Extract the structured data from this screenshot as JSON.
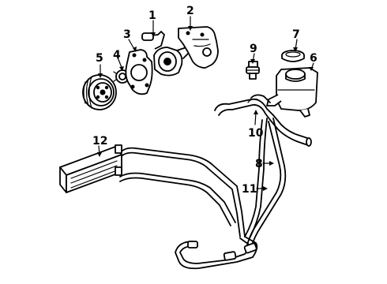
{
  "callouts": [
    {
      "id": "c1",
      "text": "1"
    },
    {
      "id": "c2",
      "text": "2"
    },
    {
      "id": "c3",
      "text": "3"
    },
    {
      "id": "c4",
      "text": "4"
    },
    {
      "id": "c5",
      "text": "5"
    },
    {
      "id": "c6",
      "text": "6"
    },
    {
      "id": "c7",
      "text": "7"
    },
    {
      "id": "c8",
      "text": "8"
    },
    {
      "id": "c9",
      "text": "9"
    },
    {
      "id": "c10",
      "text": "10"
    },
    {
      "id": "c11",
      "text": "11"
    },
    {
      "id": "c12",
      "text": "12"
    }
  ],
  "parts": {
    "pulley": "5",
    "seal_gasket": "4",
    "bracket_plate": "3",
    "pump_fitting": "1",
    "mount_bracket": "2",
    "pressure_switch": "9",
    "reservoir_cap": "7",
    "reservoir": "6",
    "return_hose": "10",
    "pressure_hose": "8",
    "line_assembly": "11",
    "cooler": "12"
  }
}
